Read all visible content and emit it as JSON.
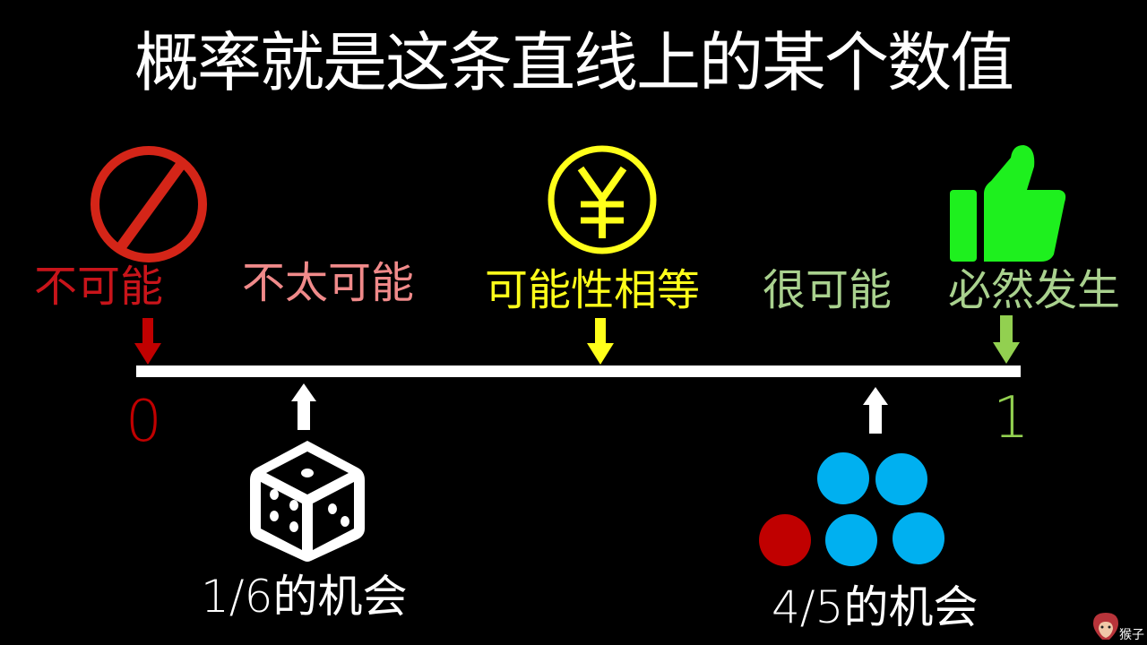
{
  "title": "概率就是这条直线上的某个数值",
  "colors": {
    "background": "#000000",
    "impossible": "#c8141a",
    "unlikely": "#f08a8a",
    "even": "#ffff1a",
    "likely": "#a9d18e",
    "certain": "#92d050",
    "thumb": "#1ef01e",
    "blue_ball": "#00b0f0",
    "red_ball": "#c00000",
    "line": "#ffffff"
  },
  "scale": {
    "labels": [
      {
        "text": "不可能",
        "icon": "prohibited-icon"
      },
      {
        "text": "不太可能"
      },
      {
        "text": "可能性相等",
        "icon": "yen-coin-icon"
      },
      {
        "text": "很可能"
      },
      {
        "text": "必然发生",
        "icon": "thumbs-up-icon"
      }
    ],
    "min_label": "0",
    "max_label": "1"
  },
  "examples": [
    {
      "fraction": "1/6",
      "suffix": "的机会",
      "icon": "dice-icon"
    },
    {
      "fraction": "4/5",
      "suffix": "的机会",
      "icon": "balls-icon",
      "blue_count": 4,
      "red_count": 1
    }
  ],
  "watermark": {
    "text": "猴子",
    "icon": "monkey-icon"
  }
}
